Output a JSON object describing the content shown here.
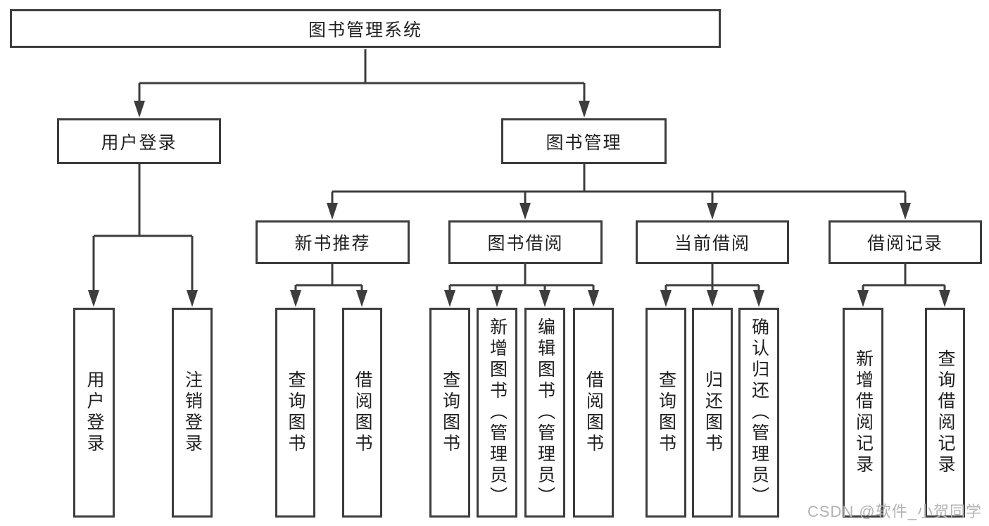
{
  "colors": {
    "line": "#3d3d3d",
    "text": "#1f1f1f",
    "watermark": "#b3b3b3",
    "background": "#ffffff"
  },
  "tree": {
    "root": "图书管理系统",
    "user_branch": {
      "label": "用户登录",
      "children": [
        "用户登录",
        "注销登录"
      ]
    },
    "book_branch": {
      "label": "图书管理",
      "sections": [
        {
          "label": "新书推荐",
          "children": [
            "查询图书",
            "借阅图书"
          ]
        },
        {
          "label": "图书借阅",
          "children": [
            "查询图书",
            "新增图书（管理员）",
            "编辑图书（管理员）",
            "借阅图书"
          ]
        },
        {
          "label": "当前借阅",
          "children": [
            "查询图书",
            "归还图书",
            "确认归还（管理员）"
          ]
        },
        {
          "label": "借阅记录",
          "children": [
            "新增借阅记录",
            "查询借阅记录"
          ]
        }
      ]
    }
  },
  "watermark": "CSDN @软件_小贺同学"
}
